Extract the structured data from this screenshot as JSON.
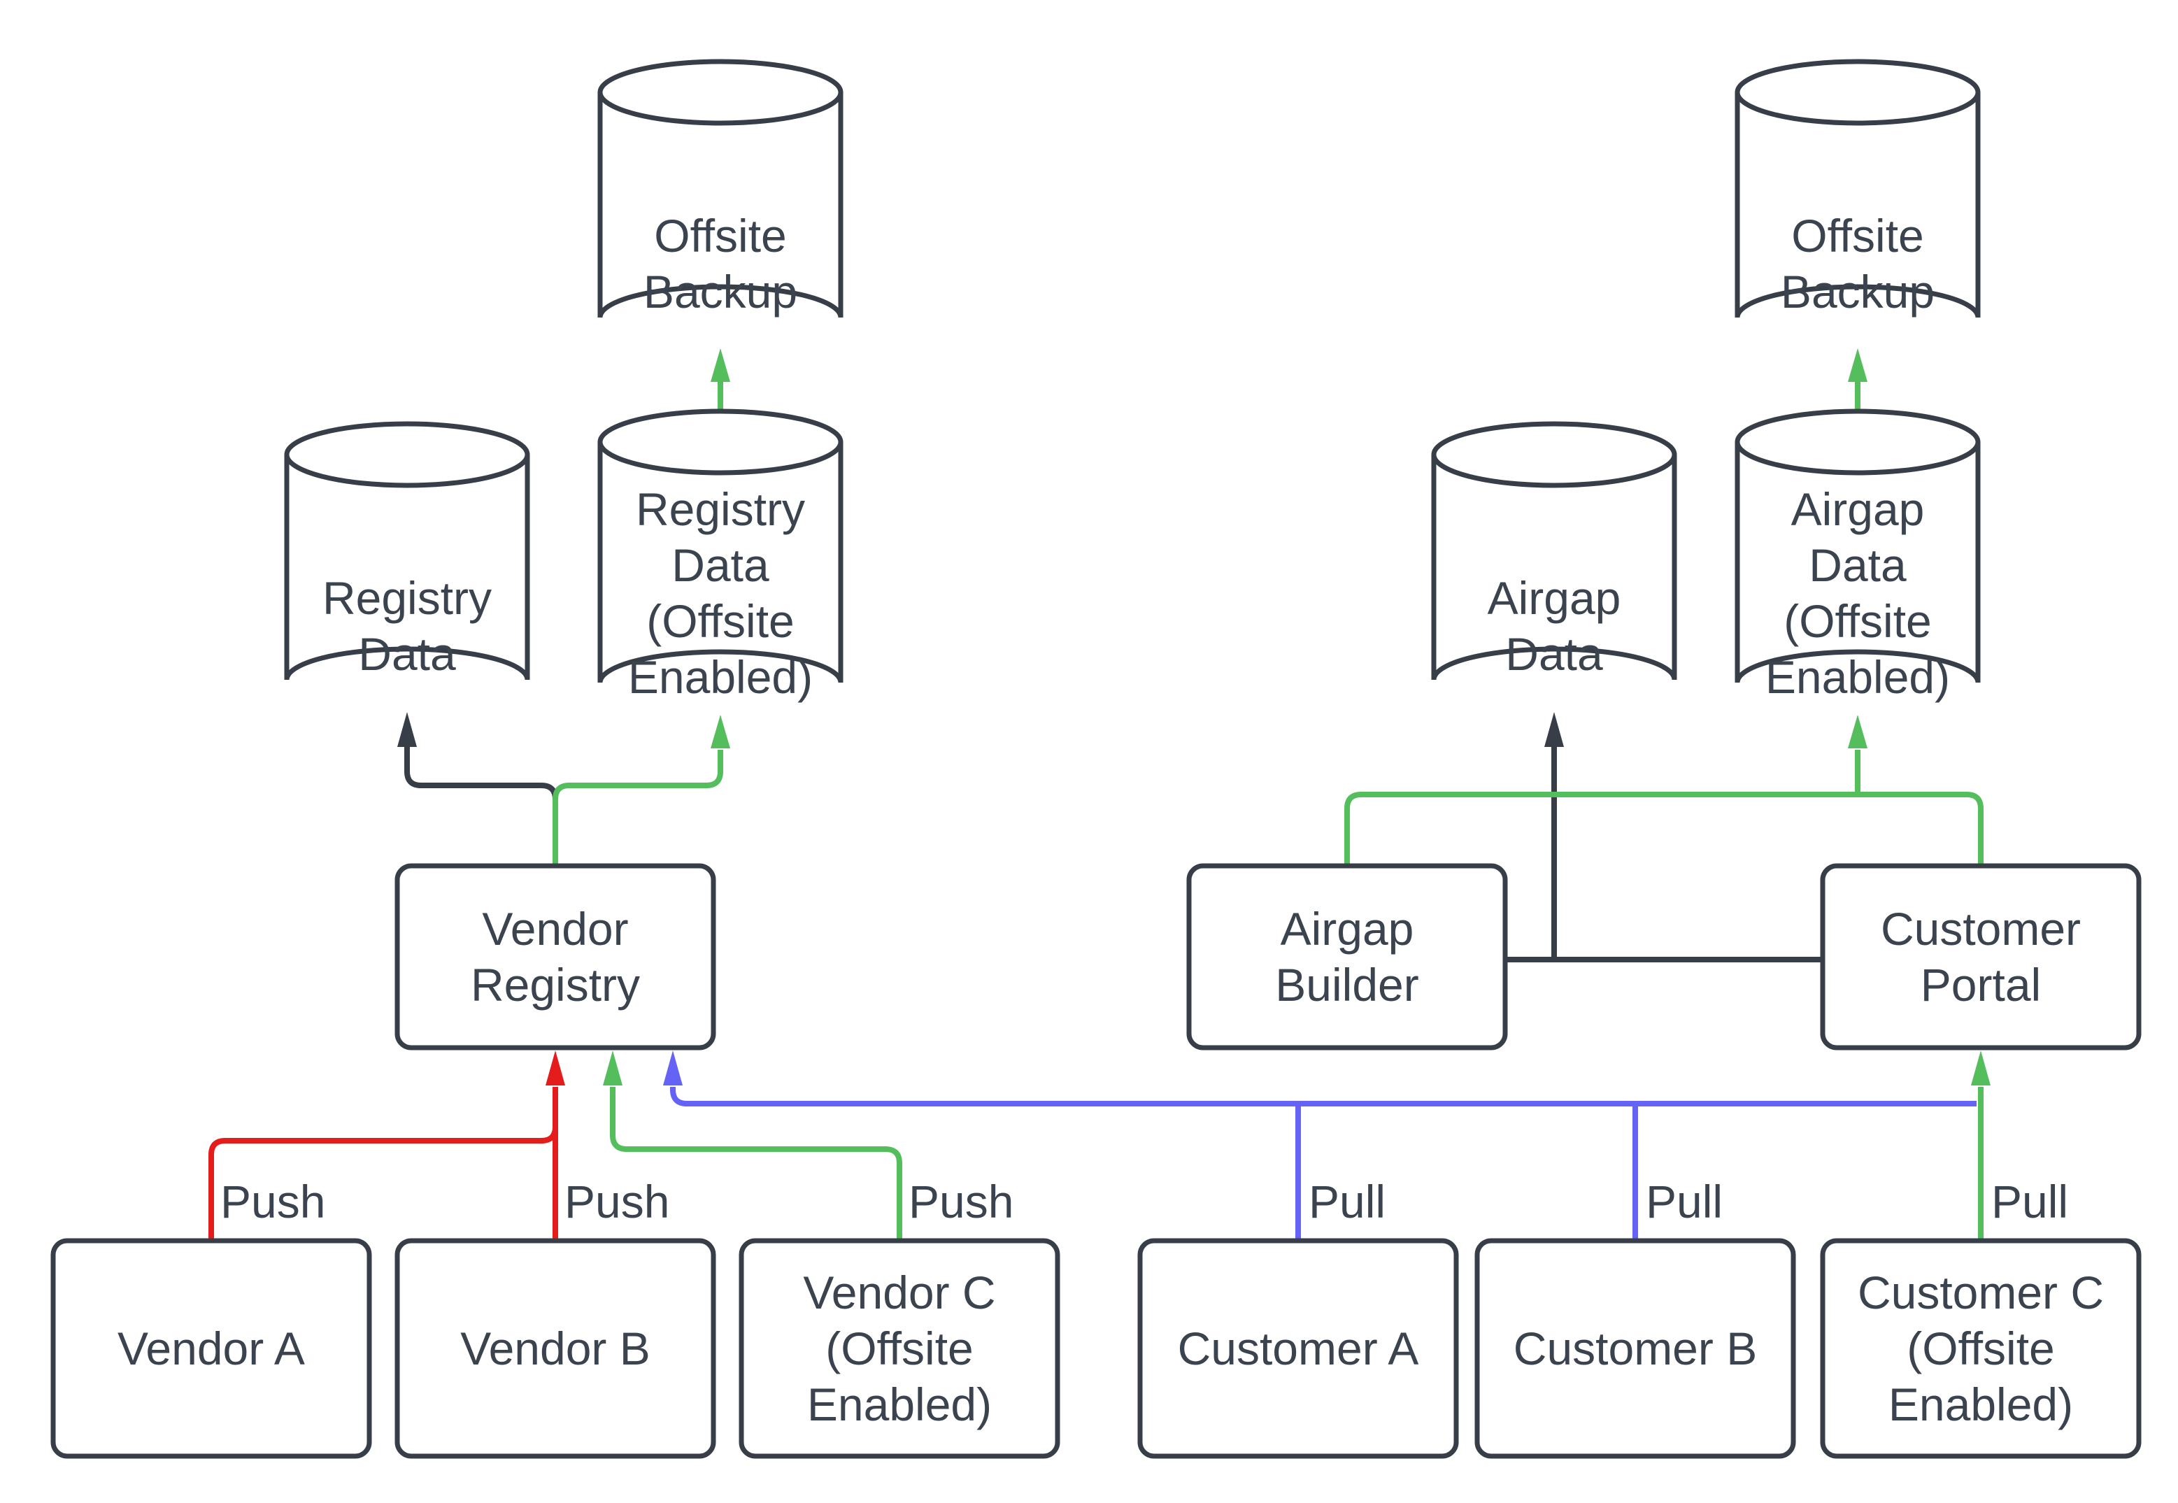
{
  "colors": {
    "node_stroke": "#373E48",
    "node_fill": "#ffffff",
    "text": "#3A434E",
    "edge_red": "#E51C1C",
    "edge_green": "#54BE5C",
    "edge_blue": "#6562F6",
    "edge_dark": "#373E48",
    "background": "#ffffff"
  },
  "nodes": {
    "offsite_backup_left": {
      "lines": [
        "Offsite",
        "Backup"
      ]
    },
    "registry_data": {
      "lines": [
        "Registry",
        "Data"
      ]
    },
    "registry_data_offsite": {
      "lines": [
        "Registry",
        "Data",
        "(Offsite",
        "Enabled)"
      ]
    },
    "offsite_backup_right": {
      "lines": [
        "Offsite",
        "Backup"
      ]
    },
    "airgap_data": {
      "lines": [
        "Airgap",
        "Data"
      ]
    },
    "airgap_data_offsite": {
      "lines": [
        "Airgap",
        "Data",
        "(Offsite",
        "Enabled)"
      ]
    },
    "vendor_registry": {
      "lines": [
        "Vendor",
        "Registry"
      ]
    },
    "airgap_builder": {
      "lines": [
        "Airgap",
        "Builder"
      ]
    },
    "customer_portal": {
      "lines": [
        "Customer",
        "Portal"
      ]
    },
    "vendor_a": {
      "lines": [
        "Vendor A"
      ]
    },
    "vendor_b": {
      "lines": [
        "Vendor B"
      ]
    },
    "vendor_c": {
      "lines": [
        "Vendor C",
        "(Offsite",
        "Enabled)"
      ]
    },
    "customer_a": {
      "lines": [
        "Customer A"
      ]
    },
    "customer_b": {
      "lines": [
        "Customer B"
      ]
    },
    "customer_c": {
      "lines": [
        "Customer C",
        "(Offsite",
        "Enabled)"
      ]
    }
  },
  "edge_labels": {
    "push_vendor_a": "Push",
    "push_vendor_b": "Push",
    "push_vendor_c": "Push",
    "pull_customer_a": "Pull",
    "pull_customer_b": "Pull",
    "pull_customer_c": "Pull"
  },
  "edges": [
    {
      "from": "vendor_a",
      "to": "vendor_registry",
      "label": "Push",
      "color": "red"
    },
    {
      "from": "vendor_b",
      "to": "vendor_registry",
      "label": "Push",
      "color": "red"
    },
    {
      "from": "vendor_c",
      "to": "vendor_registry",
      "label": "Push",
      "color": "green"
    },
    {
      "from": "vendor_registry",
      "to": "registry_data",
      "color": "dark"
    },
    {
      "from": "vendor_registry",
      "to": "registry_data_offsite",
      "color": "green"
    },
    {
      "from": "registry_data_offsite",
      "to": "offsite_backup_left",
      "color": "green"
    },
    {
      "from": "customer_a",
      "to": "vendor_registry",
      "label": "Pull",
      "color": "blue"
    },
    {
      "from": "customer_b",
      "to": "vendor_registry",
      "label": "Pull",
      "color": "blue"
    },
    {
      "from": "customer_portal",
      "to": "vendor_registry",
      "color": "blue"
    },
    {
      "from": "customer_c",
      "to": "customer_portal",
      "label": "Pull",
      "color": "green"
    },
    {
      "from": "customer_portal",
      "to": "airgap_data",
      "via": "airgap_builder",
      "color": "dark"
    },
    {
      "from": "airgap_builder",
      "to": "airgap_data_offsite",
      "color": "green"
    },
    {
      "from": "customer_portal",
      "to": "airgap_data_offsite",
      "color": "green"
    },
    {
      "from": "airgap_data_offsite",
      "to": "offsite_backup_right",
      "color": "green"
    }
  ]
}
